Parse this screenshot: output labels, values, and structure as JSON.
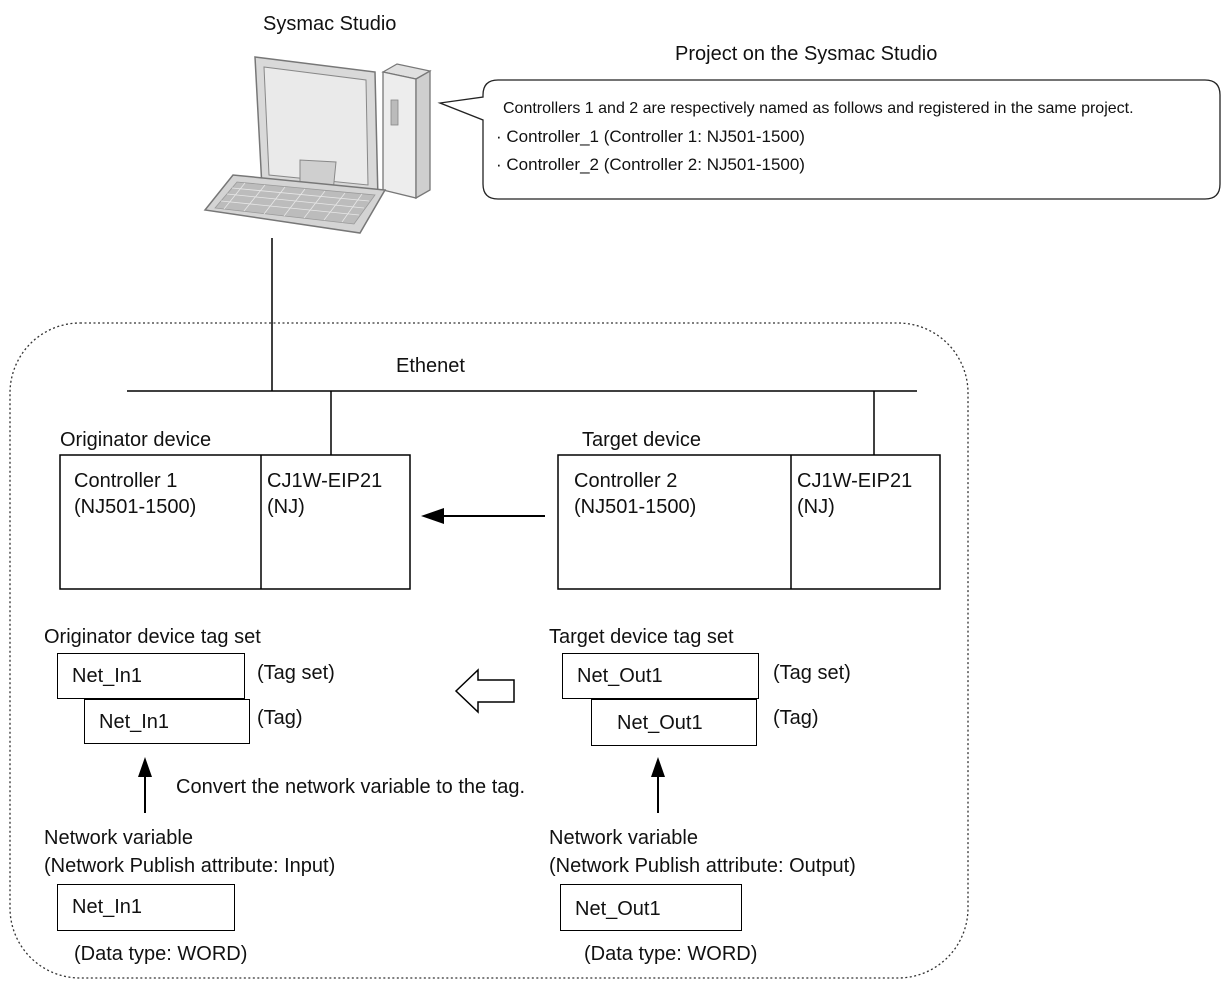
{
  "pc_label": "Sysmac Studio",
  "project": {
    "heading": "Project on the Sysmac Studio",
    "description": "Controllers 1 and 2 are respectively named as follows and registered in the same project.",
    "items": [
      "· Controller_1 (Controller 1: NJ501-1500)",
      "· Controller_2 (Controller 2: NJ501-1500)"
    ]
  },
  "network_label": "Ethenet",
  "originator": {
    "title": "Originator device",
    "controller_name": "Controller 1",
    "controller_model": "(NJ501-1500)",
    "unit_name": "CJ1W-EIP21",
    "unit_model": "(NJ)",
    "tagset_title": "Originator device tag set",
    "tagset_name": "Net_In1",
    "tagset_caption": "(Tag set)",
    "tag_name": "Net_In1",
    "tag_caption": "(Tag)",
    "variable_title": "Network variable",
    "variable_attr": "(Network Publish attribute: Input)",
    "variable_name": "Net_In1",
    "variable_type": "(Data type: WORD)"
  },
  "target": {
    "title": "Target device",
    "controller_name": "Controller 2",
    "controller_model": "(NJ501-1500)",
    "unit_name": "CJ1W-EIP21",
    "unit_model": "(NJ)",
    "tagset_title": "Target device tag set",
    "tagset_name": "Net_Out1",
    "tagset_caption": "(Tag set)",
    "tag_name": "Net_Out1",
    "tag_caption": "(Tag)",
    "variable_title": "Network variable",
    "variable_attr": "(Network Publish attribute: Output)",
    "variable_name": "Net_Out1",
    "variable_type": "(Data type: WORD)"
  },
  "convert_note": "Convert the network variable to the tag."
}
